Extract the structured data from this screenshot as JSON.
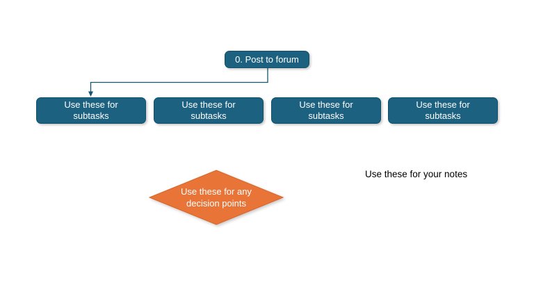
{
  "nodes": {
    "root": {
      "label": "0. Post to forum"
    },
    "subtasks": [
      {
        "label": "Use these for subtasks"
      },
      {
        "label": "Use these for subtasks"
      },
      {
        "label": "Use these for subtasks"
      },
      {
        "label": "Use these for subtasks"
      }
    ],
    "decision": {
      "label": "Use these for any decision points"
    },
    "note": {
      "label": "Use these for your notes"
    }
  },
  "colors": {
    "node_fill": "#1c6180",
    "node_stroke": "#10506b",
    "node_text": "#ffffff",
    "decision_fill": "#e87438",
    "decision_stroke": "#da6426",
    "connector": "#16546e",
    "note_text": "#000000",
    "background": "#ffffff"
  }
}
